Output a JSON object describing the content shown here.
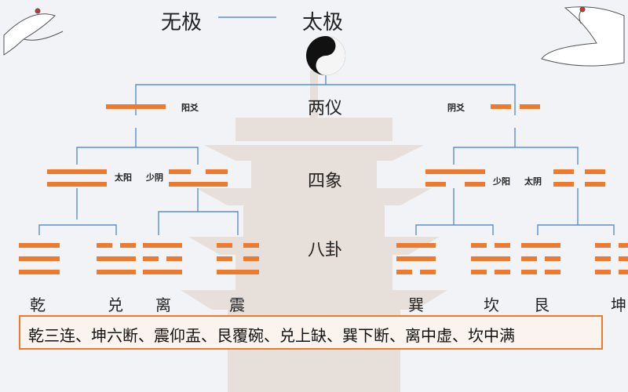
{
  "top": {
    "wuji": "无极",
    "taiji": "太极"
  },
  "levels": {
    "liangyi": "两仪",
    "sixiang": "四象",
    "bagua": "八卦"
  },
  "liangyi": {
    "yang": "阳爻",
    "yin": "阴爻"
  },
  "sixiang": {
    "taiyang": "太阳",
    "shaoyin": "少阴",
    "shaoyang": "少阳",
    "taiyin": "太阴"
  },
  "gua": [
    "乾",
    "兑",
    "离",
    "震",
    "巽",
    "坎",
    "艮",
    "坤"
  ],
  "summary": "乾三连、坤六断、震仰盂、艮覆碗、兑上缺、巽下断、离中虚、坎中满",
  "colors": {
    "accent": "#ee7a2d",
    "line": "#5b8fd0"
  }
}
